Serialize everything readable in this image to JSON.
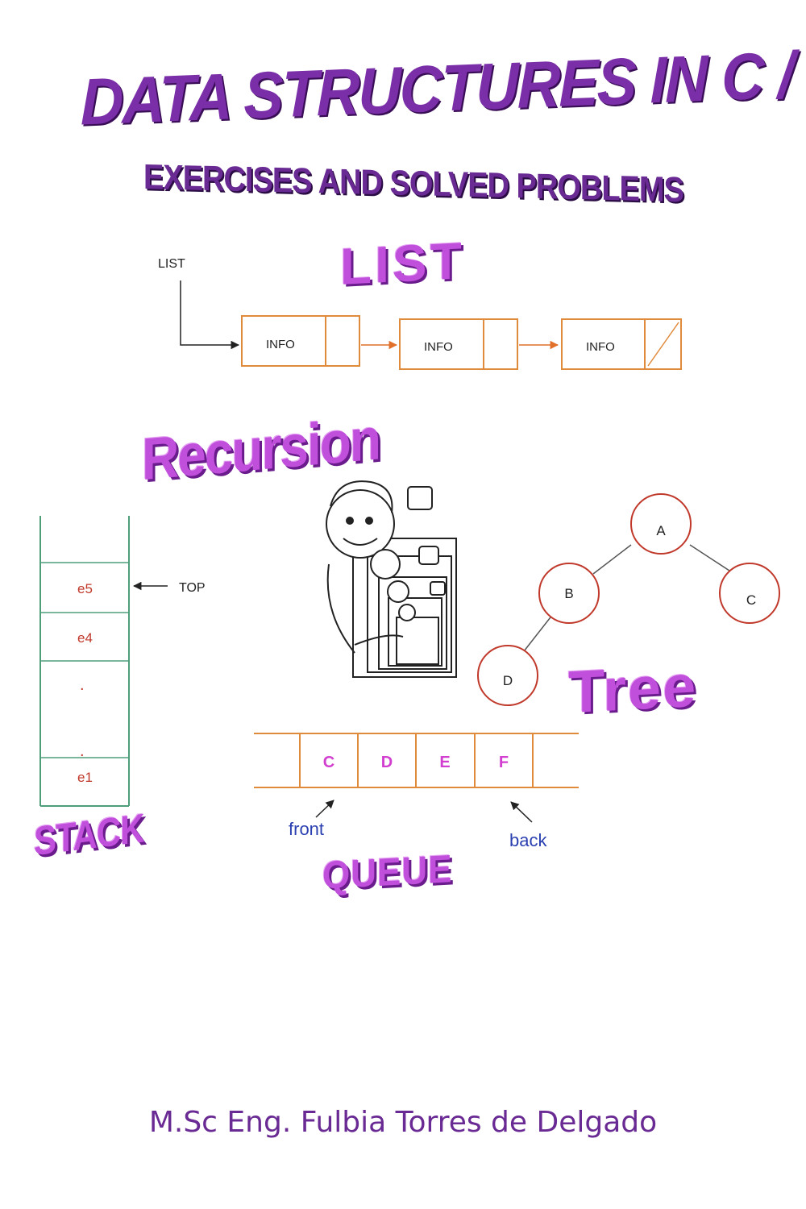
{
  "cover": {
    "title": "DATA STRUCTURES IN C / C ++",
    "subtitle": "EXERCISES AND SOLVED PROBLEMS",
    "author": "M.Sc Eng. Fulbia Torres de Delgado"
  },
  "list_diagram": {
    "heading": "LIST",
    "pointer_label": "LIST",
    "nodes": [
      "INFO",
      "INFO",
      "INFO"
    ]
  },
  "recursion": {
    "heading": "Recursion"
  },
  "stack_diagram": {
    "heading": "STACK",
    "top_label": "TOP",
    "cells": [
      "e5",
      "e4",
      ".",
      "e1"
    ]
  },
  "tree_diagram": {
    "heading": "Tree",
    "nodes": [
      "A",
      "B",
      "C",
      "D"
    ]
  },
  "queue_diagram": {
    "heading": "QUEUE",
    "cells": [
      "",
      "C",
      "D",
      "E",
      "F",
      ""
    ],
    "front_label": "front",
    "back_label": "back"
  },
  "colors": {
    "purple": "#7a2fa8",
    "orange": "#e08a3c",
    "green": "#4e9e7a",
    "red": "#c0392b",
    "magenta": "#d23fd0",
    "blue": "#2a3fb0"
  }
}
